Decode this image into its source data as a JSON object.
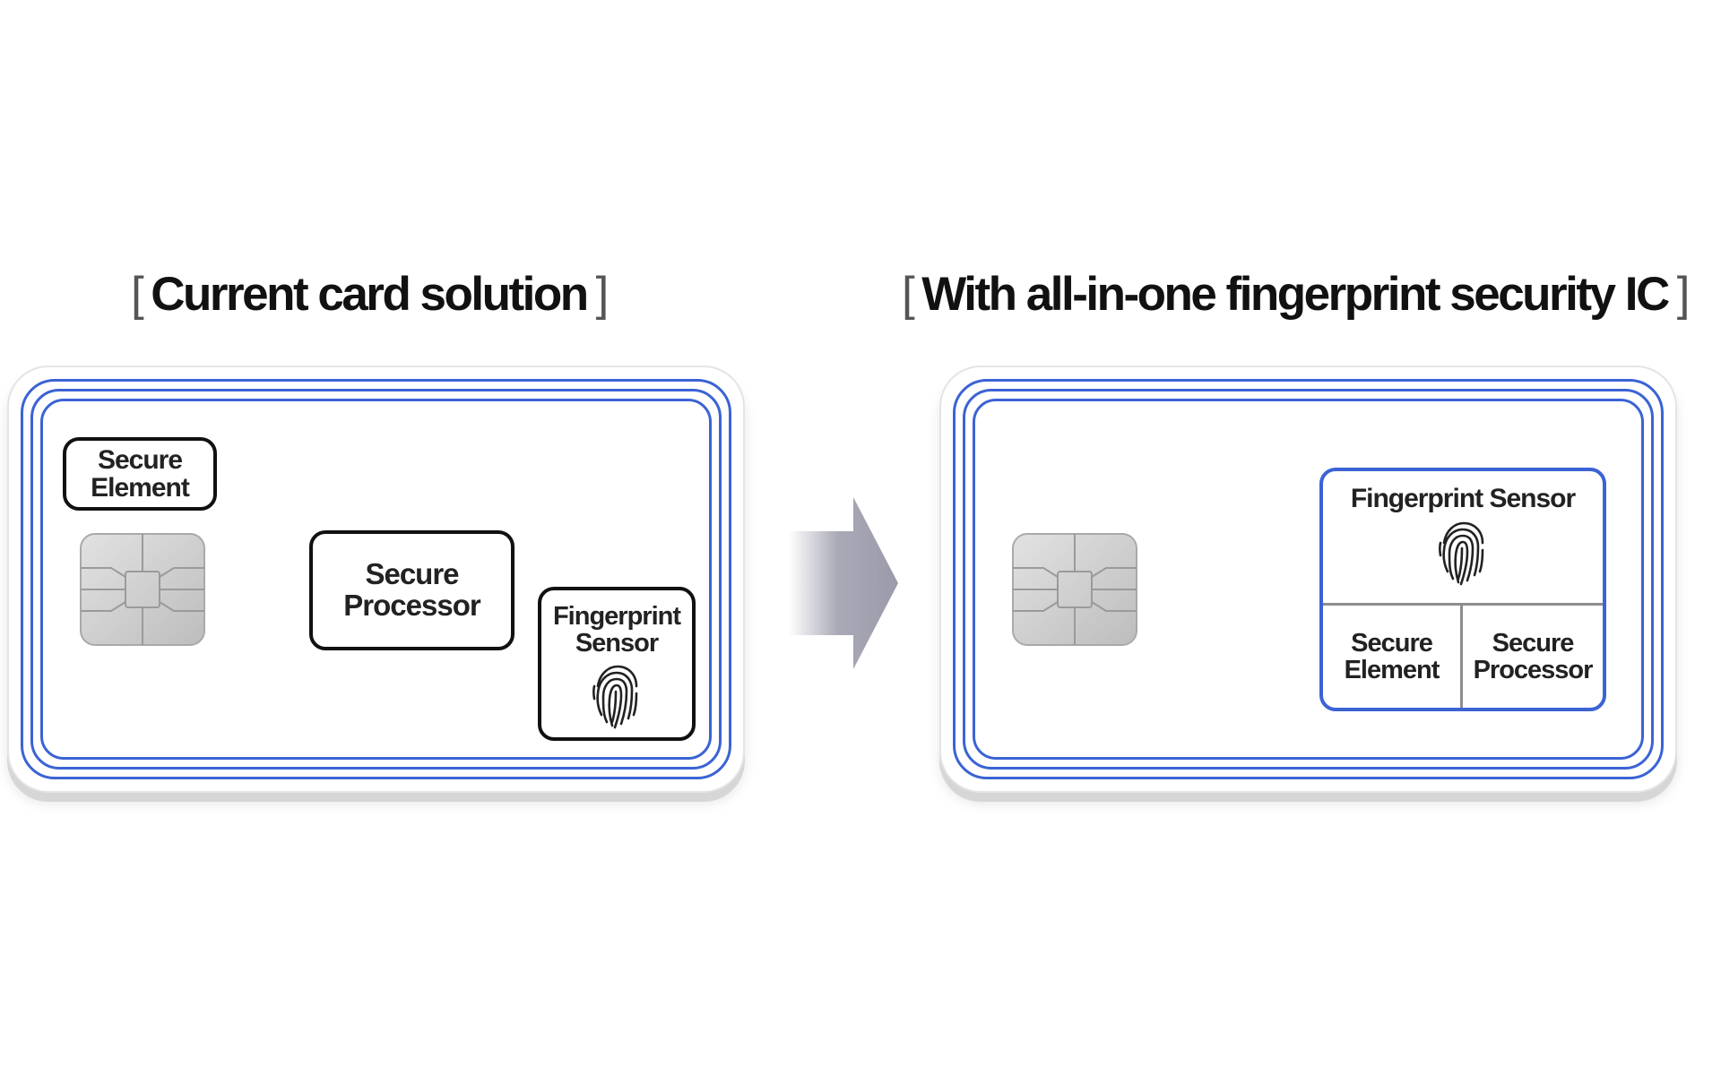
{
  "left_panel": {
    "title_open": "[",
    "title": "Current card solution",
    "title_close": "]",
    "secure_element": [
      "Secure",
      "Element"
    ],
    "secure_processor": [
      "Secure",
      "Processor"
    ],
    "fingerprint_sensor": [
      "Fingerprint",
      "Sensor"
    ]
  },
  "right_panel": {
    "title_open": "[",
    "title": "With all-in-one fingerprint security IC",
    "title_close": "]",
    "fingerprint_sensor": "Fingerprint Sensor",
    "secure_element": [
      "Secure",
      "Element"
    ],
    "secure_processor": [
      "Secure",
      "Processor"
    ]
  },
  "icons": {
    "chip": "chip-icon",
    "fingerprint": "fingerprint-icon",
    "arrow": "arrow-right-icon"
  },
  "colors": {
    "ring_blue": "#3b63d4",
    "outline_black": "#111111",
    "arrow_gray": "#9a9aaa",
    "chip_gray": "#c9c9c9"
  }
}
